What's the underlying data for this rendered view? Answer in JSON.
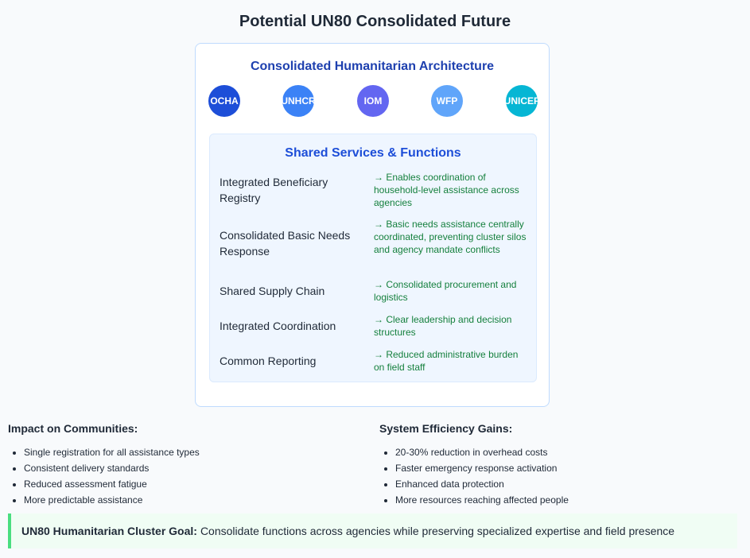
{
  "title": "Potential UN80 Consolidated Future",
  "architecture": {
    "title": "Consolidated Humanitarian Architecture",
    "agencies": [
      {
        "label": "OCHA",
        "color": "#1d4ed8"
      },
      {
        "label": "UNHCR",
        "color": "#3b82f6"
      },
      {
        "label": "IOM",
        "color": "#6366f1"
      },
      {
        "label": "WFP",
        "color": "#60a5fa"
      },
      {
        "label": "UNICEF",
        "color": "#06b6d4"
      }
    ],
    "shared": {
      "title": "Shared Services & Functions",
      "rows": [
        {
          "function": "Integrated Beneficiary Registry",
          "result": "→ Enables coordination of household-level assistance across agencies"
        },
        {
          "function": "Consolidated Basic Needs Response",
          "result": "→ Basic needs assistance centrally coordinated, preventing cluster silos and agency mandate conflicts"
        },
        {
          "function": "Shared Supply Chain",
          "result": "→ Consolidated procurement and logistics"
        },
        {
          "function": "Integrated Coordination",
          "result": "→ Clear leadership and decision structures"
        },
        {
          "function": "Common Reporting",
          "result": "→ Reduced administrative burden on field staff"
        }
      ]
    }
  },
  "impact_communities": {
    "heading": "Impact on Communities:",
    "items": [
      "Single registration for all assistance types",
      "Consistent delivery standards",
      "Reduced assessment fatigue",
      "More predictable assistance"
    ]
  },
  "efficiency_gains": {
    "heading": "System Efficiency Gains:",
    "items": [
      "20-30% reduction in overhead costs",
      "Faster emergency response activation",
      "Enhanced data protection",
      "More resources reaching affected people"
    ]
  },
  "goal": {
    "label": "UN80 Humanitarian Cluster Goal:",
    "text": "Consolidate functions across agencies while preserving specialized expertise and field presence"
  }
}
